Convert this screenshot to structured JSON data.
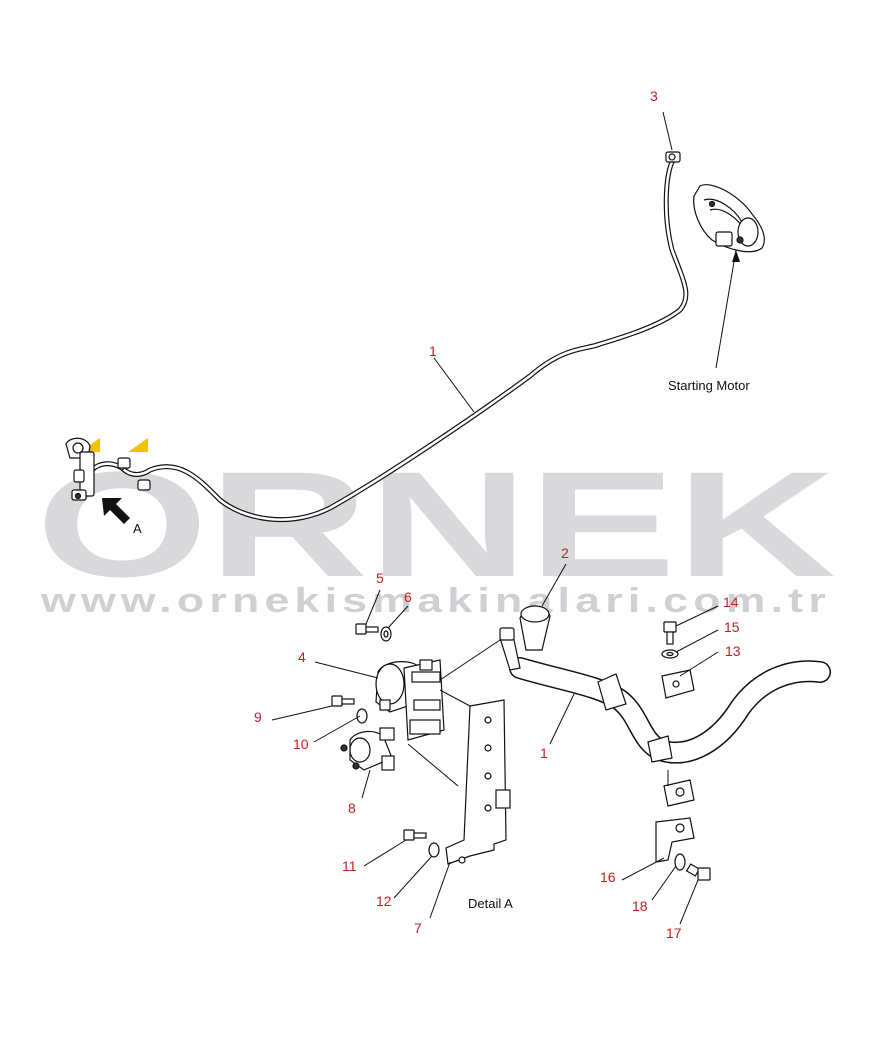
{
  "watermark": {
    "logo_text": "ORNEK",
    "url": "www.ornekismakinalari.com.tr",
    "accent_color": "#f2c200",
    "text_color": "#d9d9dc"
  },
  "captions": {
    "starting_motor": "Starting Motor",
    "view_marker": "A",
    "detail": "Detail A"
  },
  "callouts": [
    "1",
    "1",
    "2",
    "3",
    "4",
    "5",
    "6",
    "7",
    "8",
    "9",
    "10",
    "11",
    "12",
    "13",
    "14",
    "15",
    "16",
    "17",
    "18"
  ],
  "colors": {
    "callout": "#c42020",
    "line": "#111111"
  }
}
